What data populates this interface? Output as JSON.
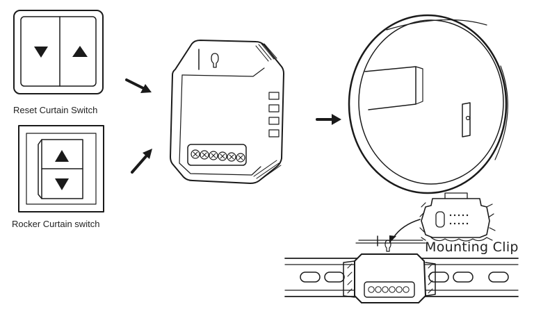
{
  "labels": {
    "reset_switch": "Reset Curtain Switch",
    "rocker_switch": "Rocker Curtain switch",
    "mounting_clip": "Mounting Clip"
  },
  "colors": {
    "line": "#1a1a1a",
    "background": "#ffffff"
  },
  "icons": {
    "down": "down-triangle-icon",
    "up": "up-triangle-icon",
    "arrow": "arrow-icon"
  }
}
